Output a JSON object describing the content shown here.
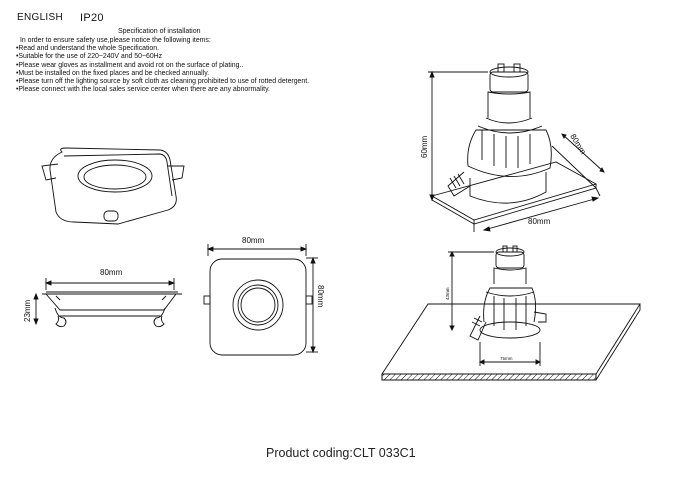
{
  "header": {
    "language": "ENGLISH",
    "ip_rating": "IP20"
  },
  "spec": {
    "title": "Specification of installation",
    "intro": "In order to ensure safety use,please notice the following items:",
    "items": [
      "•Read and understand the whole Specification.",
      "•Suitable for the use of 220~240V and 50~60Hz",
      "•Please wear gloves as installment and avoid rot on the surface of plating..",
      "•Must be installed on the fixed places and be checked annually.",
      "•Please turn off the lighting source by soft cloth as cleaning prohibited to use of rotted detergent.",
      "•Please connect with the local sales service center when there are any abnormality."
    ]
  },
  "dimensions": {
    "side_width": "80mm",
    "side_height": "23mm",
    "top_width": "80mm",
    "top_height": "80mm",
    "iso_height": "60mm",
    "iso_side": "80mm",
    "iso_width": "80mm",
    "install_height": "43mm",
    "install_cutout": "75mm"
  },
  "footer": {
    "product_coding": "Product coding:CLT 033C1"
  }
}
